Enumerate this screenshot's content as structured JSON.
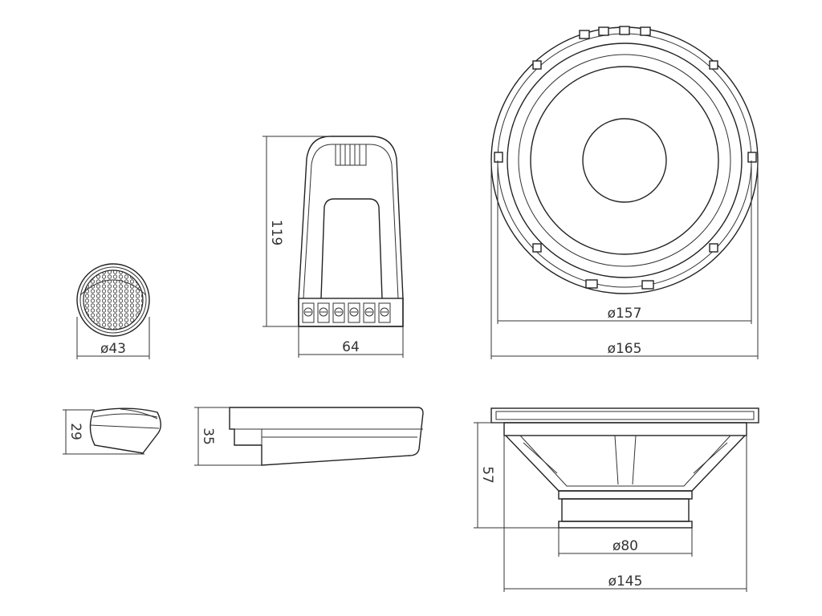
{
  "dimensions": {
    "tweeter_diameter": "ø43",
    "tweeter_height": "29",
    "crossover_height": "119",
    "crossover_width": "64",
    "crossover_depth": "35",
    "woofer_inner_diameter": "ø157",
    "woofer_outer_diameter": "ø165",
    "woofer_depth": "57",
    "magnet_diameter": "ø80",
    "basket_diameter": "ø145"
  }
}
